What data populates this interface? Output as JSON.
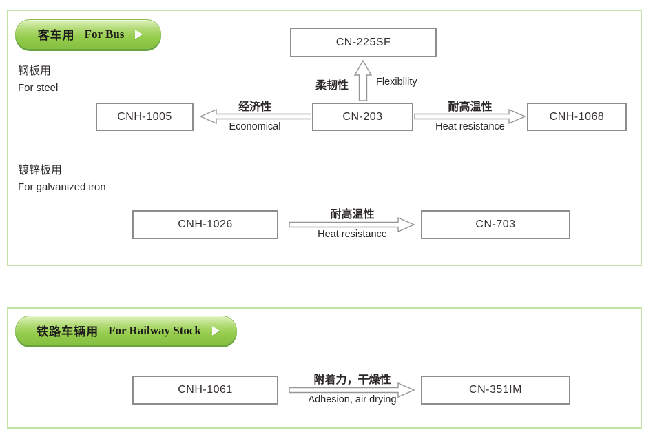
{
  "colors": {
    "section_border": "#c5e3a8",
    "pill_green": "#8cc63f",
    "pill_shadow": "#67a53b",
    "box_border": "#8f8c8c",
    "arrow_outline": "#969696",
    "text": "#2b2627"
  },
  "bus_section": {
    "header": {
      "title_zh": "客车用",
      "title_en": "For Bus",
      "icon": "play-arrow"
    },
    "steel_group": {
      "label_zh": "钢板用",
      "label_en": "For steel"
    },
    "galvanized_group": {
      "label_zh": "镀锌板用",
      "label_en": "For galvanized iron"
    },
    "nodes": {
      "cn225sf": {
        "label": "CN-225SF"
      },
      "cnh1005": {
        "label": "CNH-1005"
      },
      "cn203": {
        "label": "CN-203"
      },
      "cnh1068": {
        "label": "CNH-1068"
      },
      "cnh1026": {
        "label": "CNH-1026"
      },
      "cn703": {
        "label": "CN-703"
      }
    },
    "relations": {
      "flexibility": {
        "from": "CN-203",
        "to": "CN-225SF",
        "direction": "up",
        "label_zh": "柔韧性",
        "label_en": "Flexibility"
      },
      "economical": {
        "from": "CN-203",
        "to": "CNH-1005",
        "direction": "left",
        "label_zh": "经济性",
        "label_en": "Economical"
      },
      "heat_steel": {
        "from": "CN-203",
        "to": "CNH-1068",
        "direction": "right",
        "label_zh": "耐高温性",
        "label_en": "Heat resistance"
      },
      "heat_galvanized": {
        "from": "CNH-1026",
        "to": "CN-703",
        "direction": "right",
        "label_zh": "耐高温性",
        "label_en": "Heat resistance"
      }
    }
  },
  "railway_section": {
    "header": {
      "title_zh": "铁路车辆用",
      "title_en": "For Railway Stock",
      "icon": "play-arrow"
    },
    "nodes": {
      "cnh1061": {
        "label": "CNH-1061"
      },
      "cn351im": {
        "label": "CN-351IM"
      }
    },
    "relations": {
      "adhesion": {
        "from": "CNH-1061",
        "to": "CN-351IM",
        "direction": "right",
        "label_zh": "附着力，干燥性",
        "label_en": "Adhesion, air drying"
      }
    }
  }
}
